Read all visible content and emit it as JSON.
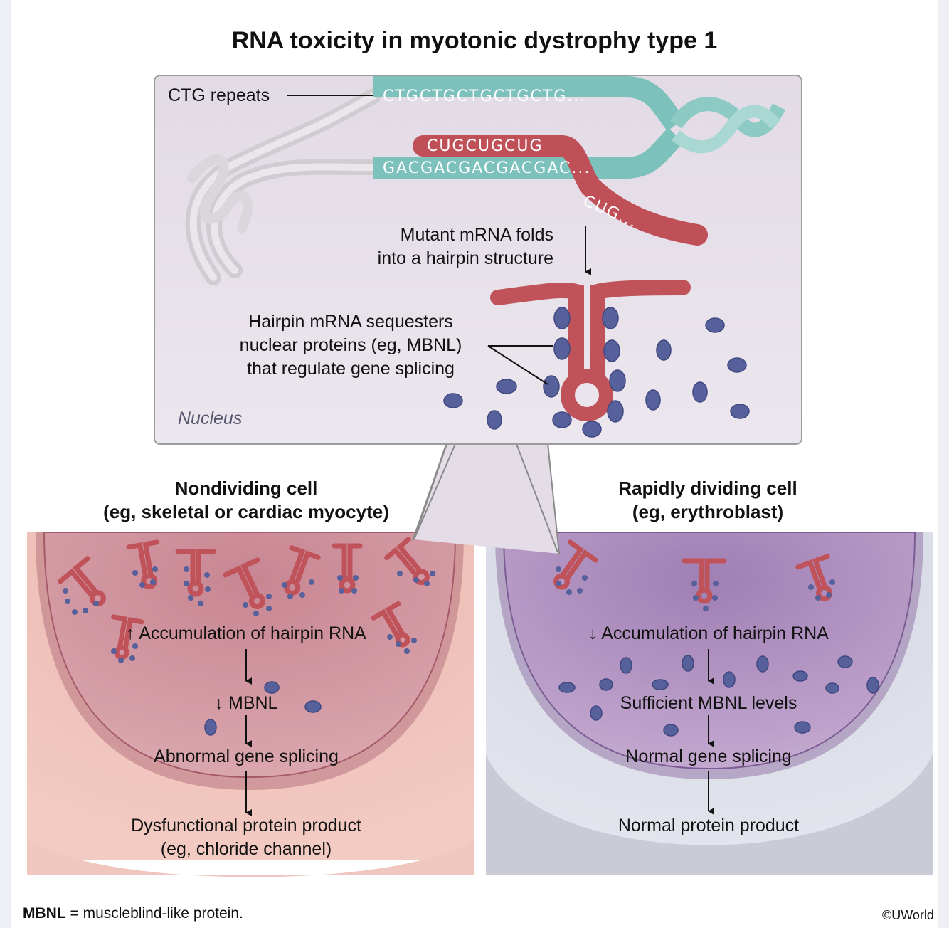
{
  "title": "RNA toxicity in myotonic dystrophy type 1",
  "nucleus_panel": {
    "ctg_repeats_label": "CTG repeats",
    "dna_top_sequence": "CTGCTGCTGCTGCTG...",
    "dna_bottom_sequence": "GACGACGACGACGAC...",
    "rna_sequence": "CUGCUGCUG",
    "rna_tail_sequence": "CUG...",
    "fold_step": [
      "Mutant mRNA folds",
      "into a hairpin structure"
    ],
    "sequester_step": [
      "Hairpin mRNA sequesters",
      "nuclear proteins (eg, MBNL)",
      "that regulate gene splicing"
    ],
    "nucleus_label": "Nucleus"
  },
  "nondividing_cell": {
    "heading": [
      "Nondividing cell",
      "(eg, skeletal or cardiac myocyte)"
    ],
    "steps": [
      "↑ Accumulation of hairpin RNA",
      "↓ MBNL",
      "Abnormal gene splicing",
      "Dysfunctional protein product",
      "(eg, chloride channel)"
    ]
  },
  "dividing_cell": {
    "heading": [
      "Rapidly dividing cell",
      "(eg, erythroblast)"
    ],
    "steps": [
      "↓ Accumulation of hairpin RNA",
      "Sufficient MBNL levels",
      "Normal gene splicing",
      "Normal protein product"
    ]
  },
  "footnote": {
    "abbr": "MBNL",
    "definition": " = muscleblind-like protein."
  },
  "copyright": "©UWorld",
  "colors": {
    "dna_strand": "#7fc3bd",
    "dna_helix": "#d5d3d6",
    "rna": "#c0525a",
    "protein": "#5a6399",
    "nucleus_box": "#e7e0ea",
    "nondividing_cytoplasm": "#e8b3ad",
    "nondividing_nucleus": "#c67f8b",
    "dividing_cytoplasm": "#d4d7e2",
    "dividing_nucleus": "#a783b6"
  }
}
